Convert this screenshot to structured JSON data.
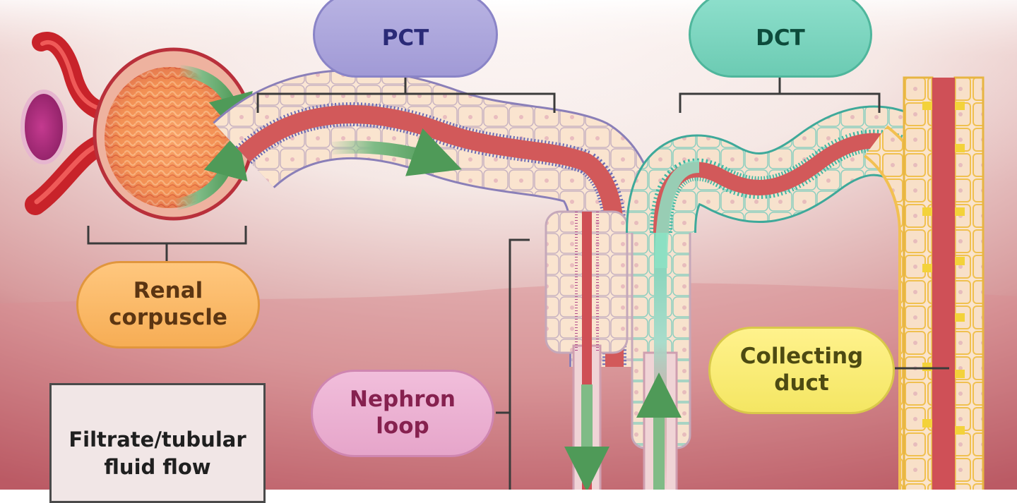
{
  "labels": {
    "pct": "PCT",
    "dct": "DCT",
    "renal_corpuscle": "Renal\ncorpuscle",
    "nephron_loop": "Nephron\nloop",
    "collecting_duct": "Collecting\nduct"
  },
  "legend": {
    "text": "Filtrate/tubular\nfluid flow",
    "arrow_icon": "green-flow-arrow-icon"
  },
  "colors": {
    "pct_fill": "#aaa3db",
    "dct_fill": "#7dd4bf",
    "renal_fill": "#f8b865",
    "loop_fill": "#ebb1d2",
    "duct_fill": "#f7ea72",
    "flow_arrow": "#6fae72",
    "vessel_red": "#d3262d"
  }
}
